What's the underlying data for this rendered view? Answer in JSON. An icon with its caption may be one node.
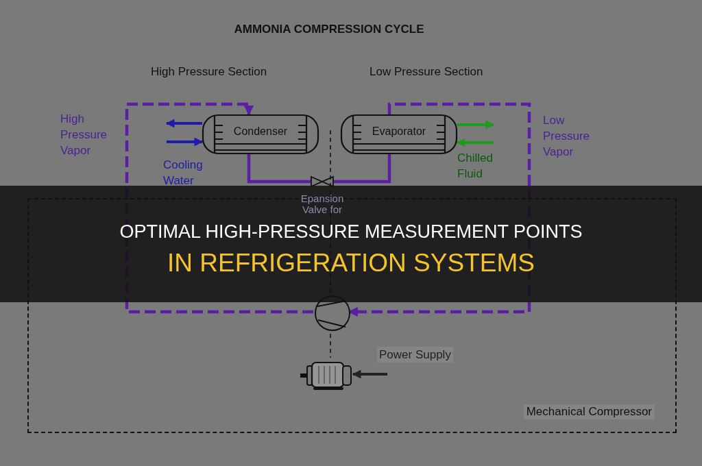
{
  "diagram": {
    "title": "AMMONIA COMPRESSION CYCLE",
    "nodes": [
      {
        "text": [
          "Condenser"
        ]
      },
      {
        "text": [
          "Evaporator"
        ]
      },
      {
        "text": [],
        "shape": "valve",
        "beside": [
          "Epansion Valve for"
        ]
      },
      {
        "text": [
          "Mechanical Compressor"
        ]
      },
      {
        "text": [],
        "shape": "circle",
        "in": 3
      },
      {
        "text": [],
        "shape": "picture",
        "in": 3
      }
    ],
    "edges": [
      {
        "from": 4,
        "to": 0,
        "arrow": "to",
        "style": "dashed"
      },
      {
        "from": 0,
        "to": 2,
        "arrow": "none"
      },
      {
        "from": 2,
        "to": 1,
        "arrow": "none"
      },
      {
        "from": 1,
        "to": 4,
        "arrow": "to",
        "style": "dashed"
      },
      {
        "from": 0,
        "to": null,
        "arrow": "to",
        "color": "#1c1ca8"
      },
      {
        "from": null,
        "to": 0,
        "arrow": "to",
        "color": "#1c1ca8"
      },
      {
        "from": 1,
        "to": null,
        "arrow": "to",
        "color": "#1f9a1f"
      },
      {
        "from": null,
        "to": 1,
        "arrow": "to",
        "color": "#1f9a1f"
      },
      {
        "from": null,
        "to": 5,
        "arrow": "to",
        "color": "#222222"
      }
    ],
    "labels": [
      "High Pressure Section",
      "Low Pressure Section",
      "High Pressure Vapor",
      "Low Pressure Vapor",
      "Cooling Water",
      "Chilled Fluid",
      "OPTIMAL HIGH-PRESSURE MEASUREMENT POINTS",
      "IN REFRIGERATION SYSTEMS",
      "Power Supply"
    ]
  }
}
